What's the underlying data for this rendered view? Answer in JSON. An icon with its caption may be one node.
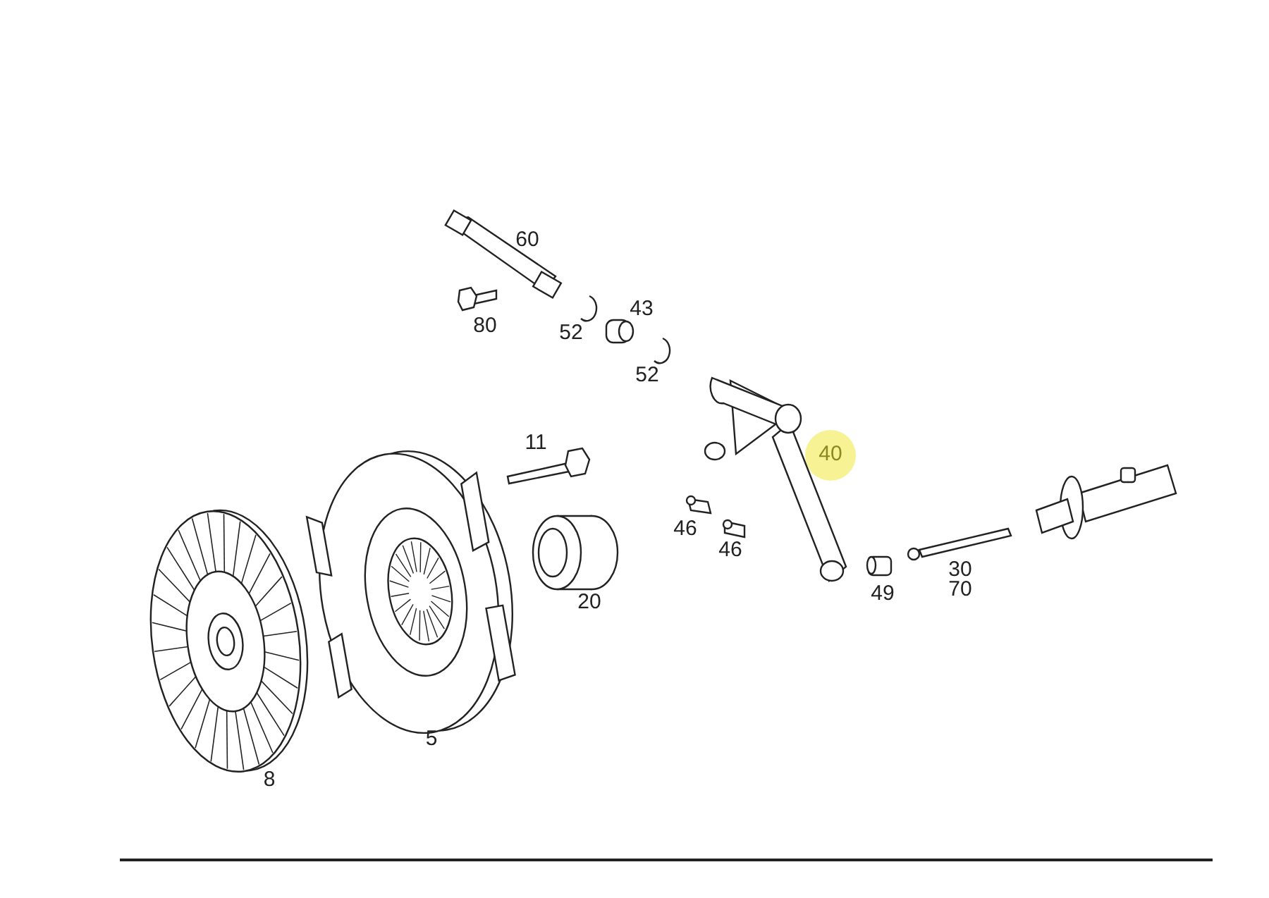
{
  "diagram": {
    "labels": [
      "60",
      "80",
      "52",
      "43",
      "52",
      "11",
      "40",
      "46",
      "46",
      "20",
      "49",
      "30",
      "70",
      "5",
      "8"
    ]
  }
}
